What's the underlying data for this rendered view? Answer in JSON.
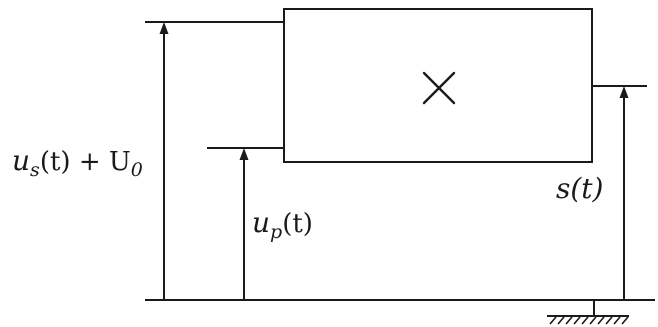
{
  "diagram": {
    "multiplier_symbol": "×",
    "labels": {
      "input_left": {
        "var": "u",
        "sub": "s",
        "rest": "(t) + U",
        "rest_sub": "0"
      },
      "input_bottom": {
        "var": "u",
        "sub": "p",
        "rest": "(t)"
      },
      "output": {
        "text": "s(t)"
      }
    }
  }
}
